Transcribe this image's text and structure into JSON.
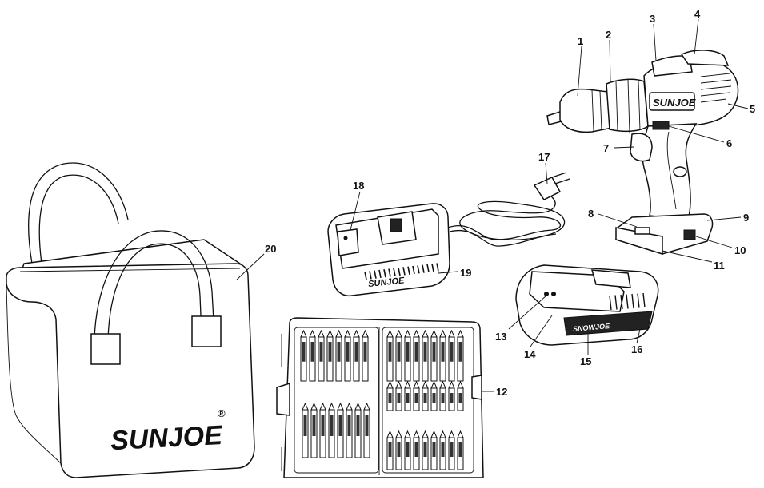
{
  "brand": {
    "bag_logo": "SUNJOE",
    "bag_logo_mark": "®",
    "drill_logo": "SUNJOE",
    "charger_logo": "SUNJOE",
    "battery_logo": "SNOWJOE"
  },
  "callouts": {
    "c1": "1",
    "c2": "2",
    "c3": "3",
    "c4": "4",
    "c5": "5",
    "c6": "6",
    "c7": "7",
    "c8": "8",
    "c9": "9",
    "c10": "10",
    "c11": "11",
    "c12": "12",
    "c13": "13",
    "c14": "14",
    "c15": "15",
    "c16": "16",
    "c17": "17",
    "c18": "18",
    "c19": "19",
    "c20": "20"
  }
}
